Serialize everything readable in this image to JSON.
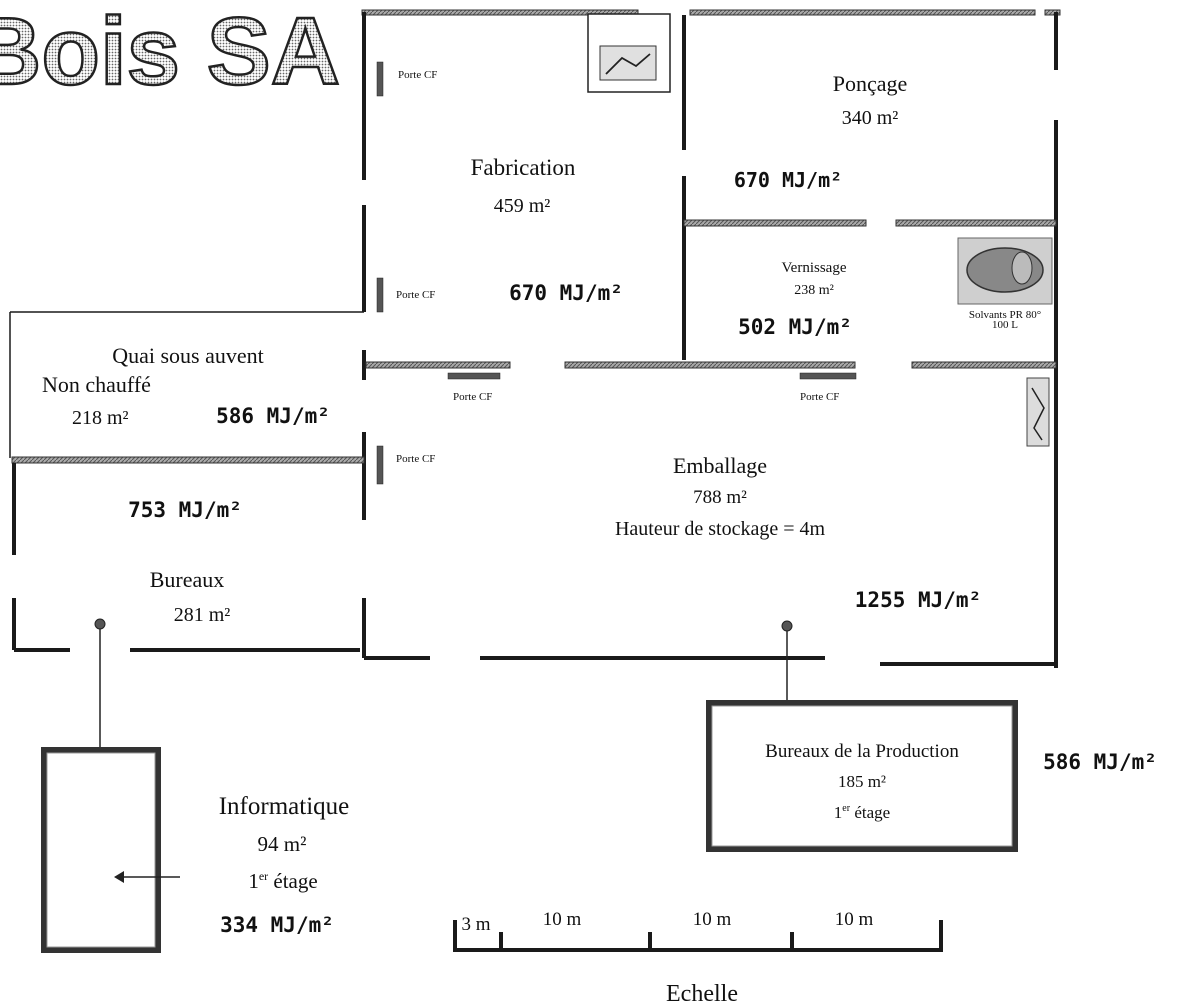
{
  "company": {
    "title": "Bois SA"
  },
  "zones": {
    "poncage": {
      "name": "Ponçage",
      "area": "340 m²",
      "load": "670 MJ/m²"
    },
    "fabrication": {
      "name": "Fabrication",
      "area": "459 m²",
      "load": "670 MJ/m²"
    },
    "vernissage": {
      "name": "Vernissage",
      "area": "238 m²",
      "load": "502 MJ/m²"
    },
    "quai": {
      "name": "Quai sous auvent",
      "note": "Non chauffé",
      "area": "218 m²",
      "load": "586 MJ/m²"
    },
    "bureaux": {
      "name": "Bureaux",
      "area": "281 m²",
      "load": "753 MJ/m²"
    },
    "emballage": {
      "name": "Emballage",
      "area": "788 m²",
      "note": "Hauteur de stockage = 4m",
      "load": "1255 MJ/m²"
    },
    "bureaux_production": {
      "name": "Bureaux de la Production",
      "area": "185 m²",
      "floor_num": "1",
      "floor_sup": "er",
      "floor_word": " étage",
      "load": "586 MJ/m²"
    },
    "informatique": {
      "name": "Informatique",
      "area": "94 m²",
      "floor_num": "1",
      "floor_sup": "er",
      "floor_word": " étage",
      "load": "334 MJ/m²"
    }
  },
  "doors": {
    "door_1": "Porte CF",
    "door_2": "Porte CF",
    "door_3": "Porte CF",
    "door_4": "Porte CF",
    "door_5": "Porte CF"
  },
  "equipment": {
    "solvent_label_1": "Solvants PR 80°",
    "solvent_label_2": "100 L"
  },
  "scale": {
    "title": "Echelle",
    "seg_3": "3 m",
    "seg_10a": "10 m",
    "seg_10b": "10 m",
    "seg_10c": "10 m"
  }
}
